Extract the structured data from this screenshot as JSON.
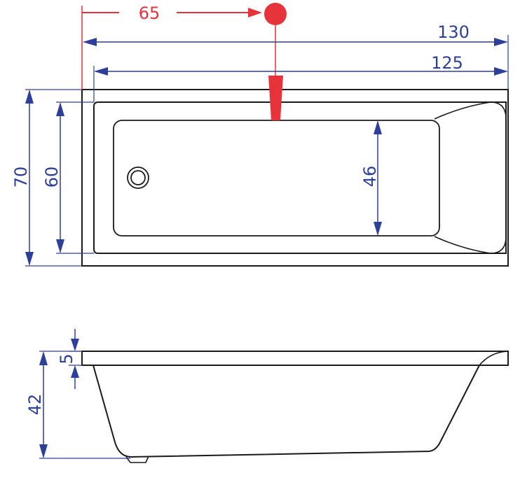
{
  "colors": {
    "outline": "#1a1a1a",
    "dimension": "#2e3f9a",
    "accent": "#e8323a"
  },
  "dimensions": {
    "tap_offset": "65",
    "overall_length": "130",
    "inner_length": "125",
    "overall_width": "70",
    "inner_width": "60",
    "basin_width": "46",
    "rim_thickness": "5",
    "depth": "42"
  }
}
